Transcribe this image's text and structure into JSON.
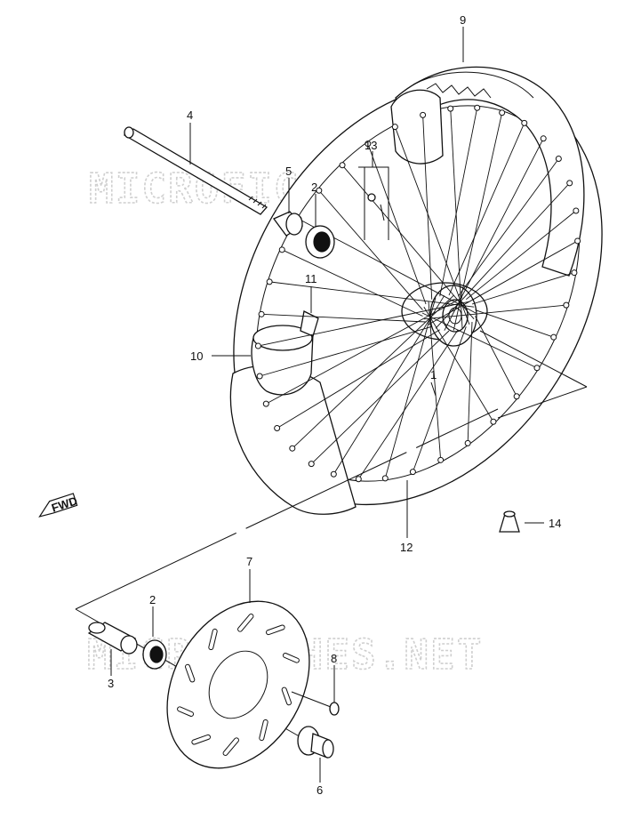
{
  "watermark": "MICROFICHES.NET",
  "fwd_label": "FWD",
  "callouts": [
    "1",
    "2",
    "3",
    "4",
    "5",
    "6",
    "7",
    "8",
    "9",
    "10",
    "11",
    "12",
    "13",
    "14"
  ],
  "colors": {
    "line": "#111111",
    "watermark": "#cfcfcf",
    "background": "#ffffff"
  }
}
